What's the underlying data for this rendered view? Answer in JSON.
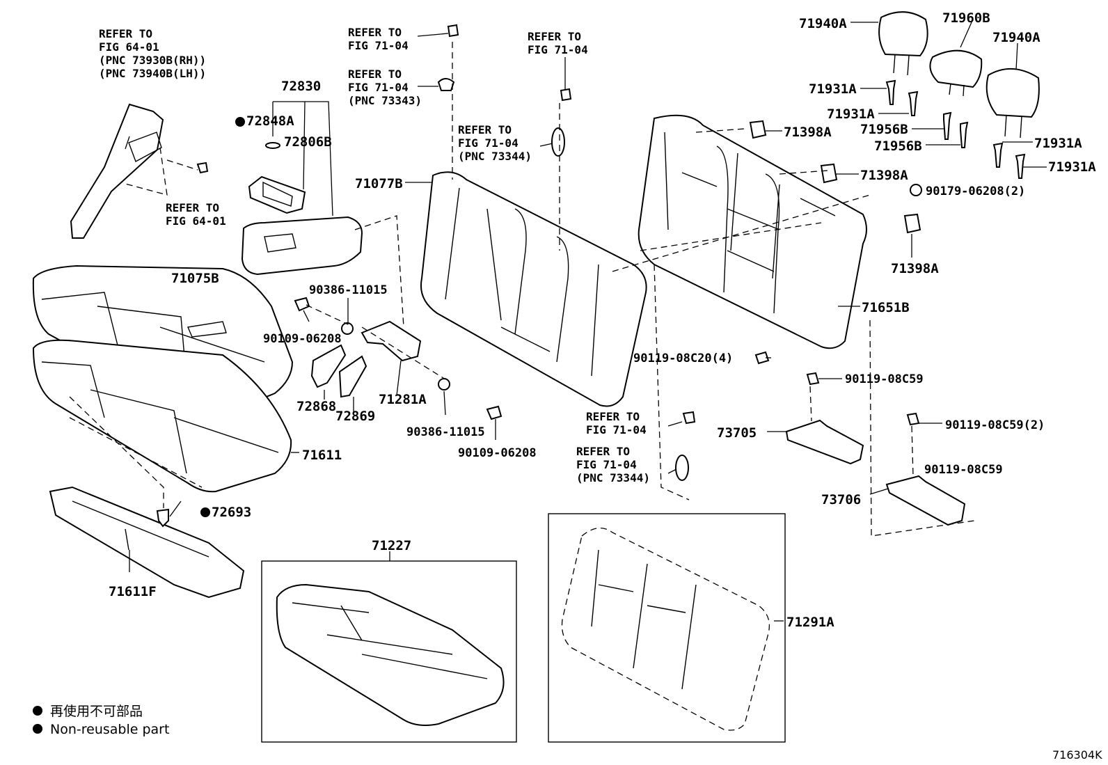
{
  "labels": {
    "p71940A_l": "71940A",
    "p71960B": "71960B",
    "p71940A_r": "71940A",
    "p71931A_1": "71931A",
    "p71931A_2": "71931A",
    "p71956B_1": "71956B",
    "p71956B_2": "71956B",
    "p71931A_3": "71931A",
    "p71931A_4": "71931A",
    "p71398A_1": "71398A",
    "p71398A_2": "71398A",
    "p90179": "90179-06208(2)",
    "p71398A_3": "71398A",
    "p71651B": "71651B",
    "p90119_08C20": "90119-08C20(4)",
    "p90119_08C59_a": "90119-08C59",
    "p90119_08C59_2": "90119-08C59(2)",
    "p90119_08C59_b": "90119-08C59",
    "p73705": "73705",
    "p73706": "73706",
    "p71291A": "71291A",
    "p72830": "72830",
    "p72848A": "72848A",
    "p72806B": "72806B",
    "p71077B": "71077B",
    "p71075B": "71075B",
    "p90386_a": "90386-11015",
    "p90109_a": "90109-06208",
    "p72868": "72868",
    "p72869": "72869",
    "p71281A": "71281A",
    "p90386_b": "90386-11015",
    "p90109_b": "90109-06208",
    "p71611": "71611",
    "p72693": "72693",
    "p71611F": "71611F",
    "p71227": "71227",
    "diagram_id": "716304K"
  },
  "refs": {
    "r64_top": [
      "REFER TO",
      "FIG 64-01",
      "(PNC 73930B(RH))",
      "(PNC 73940B(LH))"
    ],
    "r64_bot": [
      "REFER TO",
      "FIG 64-01"
    ],
    "r71_a": [
      "REFER TO",
      "FIG 71-04"
    ],
    "r71_b": [
      "REFER TO",
      "FIG 71-04",
      "(PNC 73343)"
    ],
    "r71_c": [
      "REFER TO",
      "FIG 71-04"
    ],
    "r71_d": [
      "REFER TO",
      "FIG 71-04",
      "(PNC 73344)"
    ],
    "r71_e": [
      "REFER TO",
      "FIG 71-04"
    ],
    "r71_f": [
      "REFER TO",
      "FIG 71-04",
      "(PNC 73344)"
    ]
  },
  "legend": {
    "japanese": "再使用不可部品",
    "english": "Non-reusable part"
  }
}
